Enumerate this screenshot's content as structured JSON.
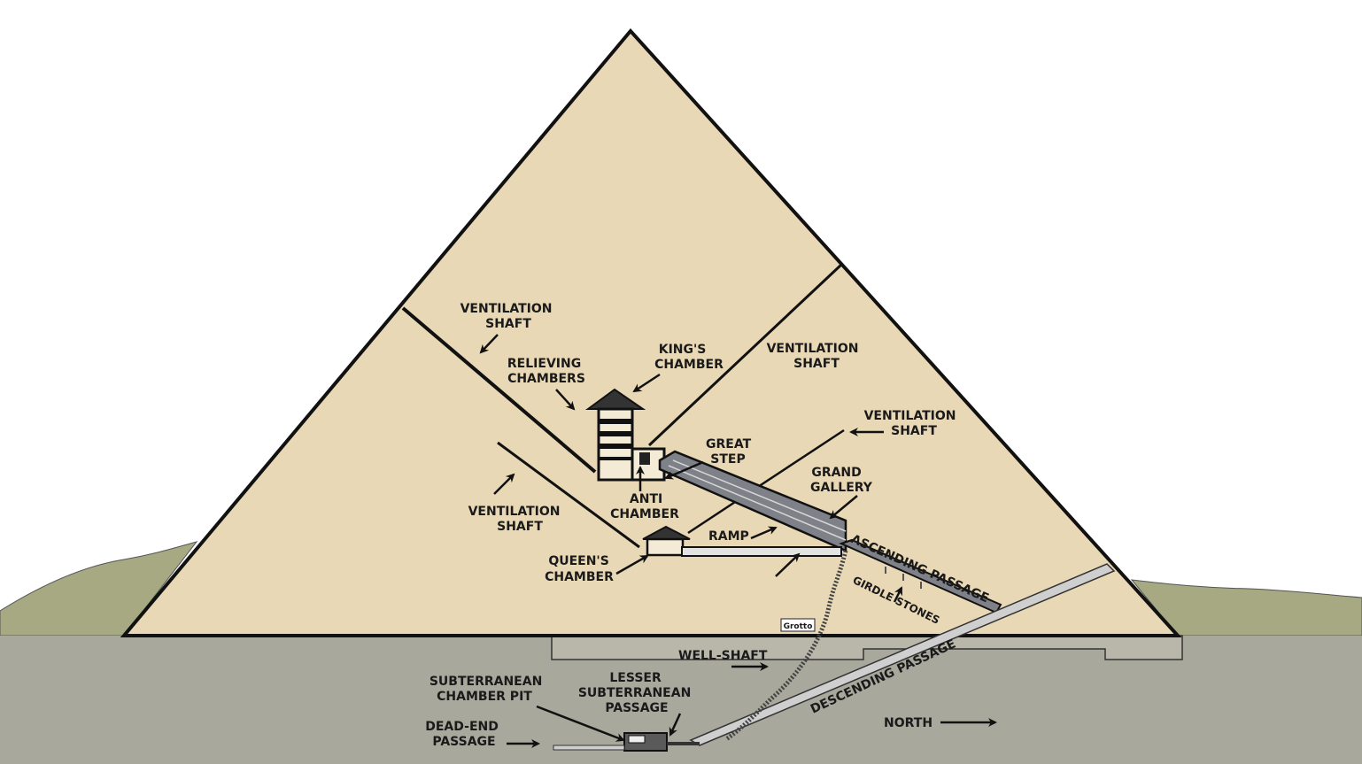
{
  "diagram": {
    "colors": {
      "sky": "#ffffff",
      "pyramid": "#e9d8b5",
      "ground": "#a9a89d",
      "hill": "#a6a982",
      "bedrock": "#b9b6aa",
      "outline": "#111111"
    },
    "labels": {
      "vent_shaft_upper_left": [
        "VENTILATION",
        "SHAFT"
      ],
      "relieving_chambers": [
        "RELIEVING",
        "CHAMBERS"
      ],
      "kings_chamber": [
        "KING'S",
        "CHAMBER"
      ],
      "vent_shaft_upper_right": [
        "VENTILATION",
        "SHAFT"
      ],
      "vent_shaft_lower_right": [
        "VENTILATION",
        "SHAFT"
      ],
      "great_step": [
        "GREAT",
        "STEP"
      ],
      "grand_gallery": [
        "GRAND",
        "GALLERY"
      ],
      "anti_chamber": [
        "ANTI",
        "CHAMBER"
      ],
      "vent_shaft_lower_left": [
        "VENTILATION",
        "SHAFT"
      ],
      "ramp": "RAMP",
      "queens_chamber": [
        "QUEEN'S",
        "CHAMBER"
      ],
      "ascending_passage": "ASCENDING PASSAGE",
      "girdle_stones": "GIRDLE STONES",
      "grotto": "Grotto",
      "well_shaft": "WELL-SHAFT",
      "descending_passage": "DESCENDING PASSAGE",
      "subterranean_chamber_pit": [
        "SUBTERRANEAN",
        "CHAMBER PIT"
      ],
      "lesser_subterranean_passage": [
        "LESSER",
        "SUBTERRANEAN",
        "PASSAGE"
      ],
      "dead_end_passage": [
        "DEAD-END",
        "PASSAGE"
      ],
      "north": "NORTH"
    }
  }
}
